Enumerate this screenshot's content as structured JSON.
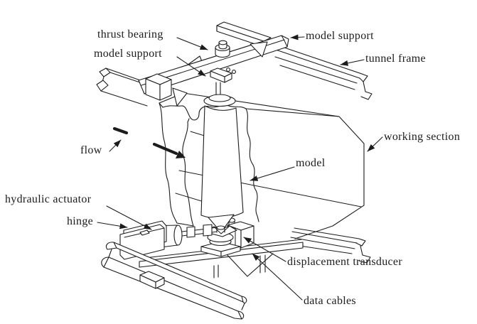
{
  "figure": {
    "background_color": "#ffffff",
    "line_color": "#1c1c1c",
    "labels": {
      "thrust_bearing": "thrust bearing",
      "model_support_top": "model support",
      "model_support_right": "model support",
      "tunnel_frame": "tunnel frame",
      "working_section": "working section",
      "flow": "flow",
      "model": "model",
      "hydraulic_actuator": "hydraulic actuator",
      "hinge": "hinge",
      "displacement_transducer": "displacement transducer",
      "data_cables": "data cables"
    }
  }
}
